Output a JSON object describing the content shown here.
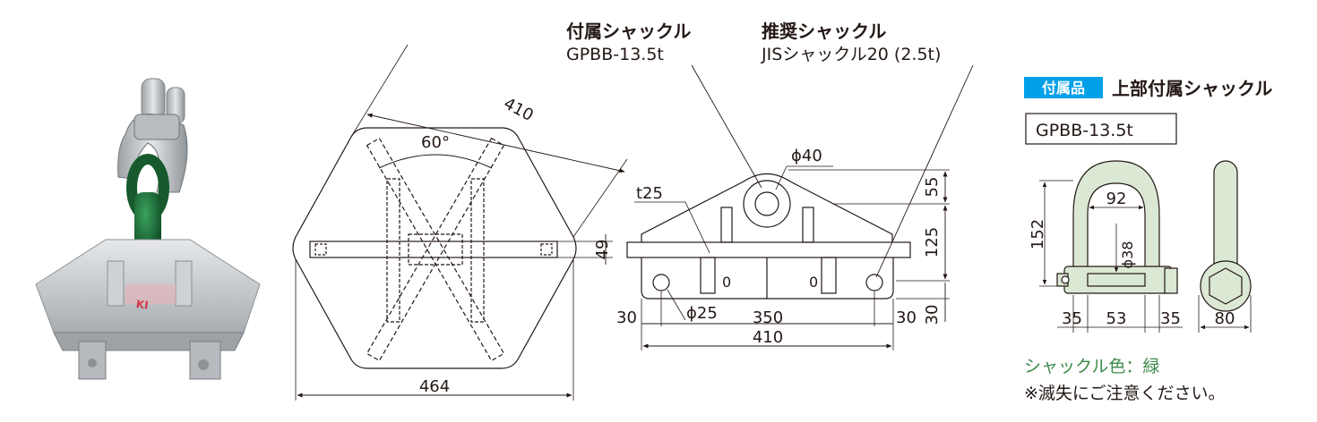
{
  "colors": {
    "line": "#231815",
    "accent": "#00a0e9",
    "shackle_fill": "#dbe8d3",
    "note_green": "#3d8a4a",
    "photo_green": "#1d6b35",
    "photo_metal": "#c9ccce"
  },
  "callouts": {
    "attached": {
      "title": "付属シャックル",
      "model": "GPBB-13.5t"
    },
    "recommended": {
      "title": "推奨シャックル",
      "model": "JISシャックル20 (2.5t)"
    }
  },
  "top_view": {
    "dims": {
      "width": "464",
      "diag": "410",
      "angle": "60°",
      "height": "49"
    }
  },
  "front_view": {
    "dims": {
      "hole_top": "ϕ40",
      "h55": "55",
      "thickness": "t25",
      "h125": "125",
      "hole_bottom": "ϕ25",
      "left30": "30",
      "mid350": "350",
      "right30": "30",
      "v30": "30",
      "total410": "410",
      "slot_mark": "0"
    }
  },
  "shackle_panel": {
    "badge": "付属品",
    "title": "上部付属シャックル",
    "model": "GPBB-13.5t",
    "dims": {
      "inner_w": "92",
      "height": "152",
      "pin": "ϕ38",
      "d35l": "35",
      "d53": "53",
      "d35r": "35",
      "side_w": "80"
    },
    "note_color": "シャックル色：緑",
    "note_warning": "※滅失にご注意ください。"
  }
}
